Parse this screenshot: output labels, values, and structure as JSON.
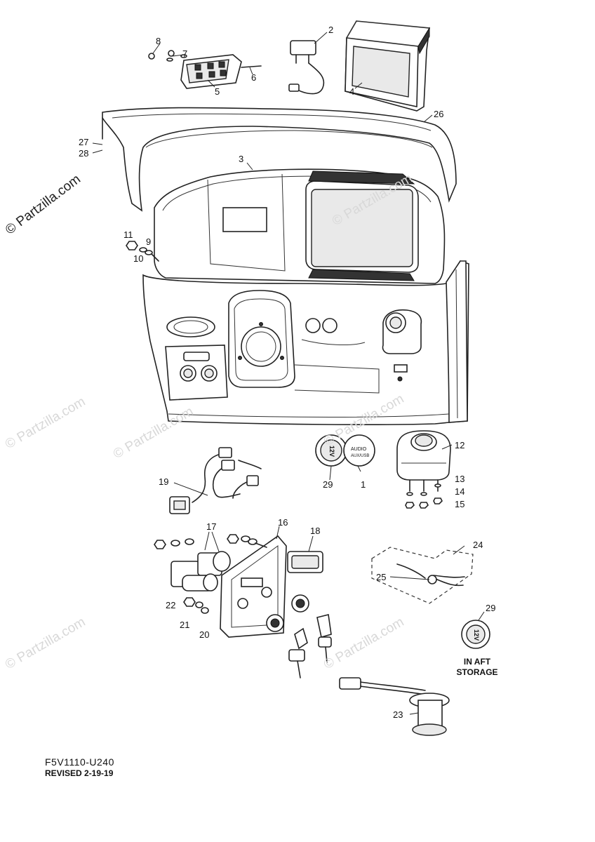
{
  "watermark": {
    "main": "© Partzilla.com",
    "repeat": "© Partzilla.com"
  },
  "callouts": [
    {
      "id": "8",
      "label": "8"
    },
    {
      "id": "7",
      "label": "7"
    },
    {
      "id": "6",
      "label": "6"
    },
    {
      "id": "5",
      "label": "5"
    },
    {
      "id": "2",
      "label": "2"
    },
    {
      "id": "4",
      "label": "4"
    },
    {
      "id": "26",
      "label": "26"
    },
    {
      "id": "27",
      "label": "27"
    },
    {
      "id": "28",
      "label": "28"
    },
    {
      "id": "3",
      "label": "3"
    },
    {
      "id": "11",
      "label": "11"
    },
    {
      "id": "9",
      "label": "9"
    },
    {
      "id": "10",
      "label": "10"
    },
    {
      "id": "12",
      "label": "12"
    },
    {
      "id": "29a",
      "label": "29"
    },
    {
      "id": "1",
      "label": "1"
    },
    {
      "id": "13",
      "label": "13"
    },
    {
      "id": "14",
      "label": "14"
    },
    {
      "id": "15",
      "label": "15"
    },
    {
      "id": "19",
      "label": "19"
    },
    {
      "id": "17",
      "label": "17"
    },
    {
      "id": "16",
      "label": "16"
    },
    {
      "id": "18",
      "label": "18"
    },
    {
      "id": "24",
      "label": "24"
    },
    {
      "id": "25",
      "label": "25"
    },
    {
      "id": "22",
      "label": "22"
    },
    {
      "id": "21",
      "label": "21"
    },
    {
      "id": "20",
      "label": "20"
    },
    {
      "id": "29b",
      "label": "29"
    },
    {
      "id": "23",
      "label": "23"
    }
  ],
  "notes": {
    "aft_storage": "IN AFT STORAGE"
  },
  "socket_labels": {
    "twelve_volt": "12V",
    "audio": "AUDIO",
    "audio_sub": "AUX/USB"
  },
  "footer": {
    "code": "F5V1110-U240",
    "revised": "REVISED 2-19-19"
  }
}
